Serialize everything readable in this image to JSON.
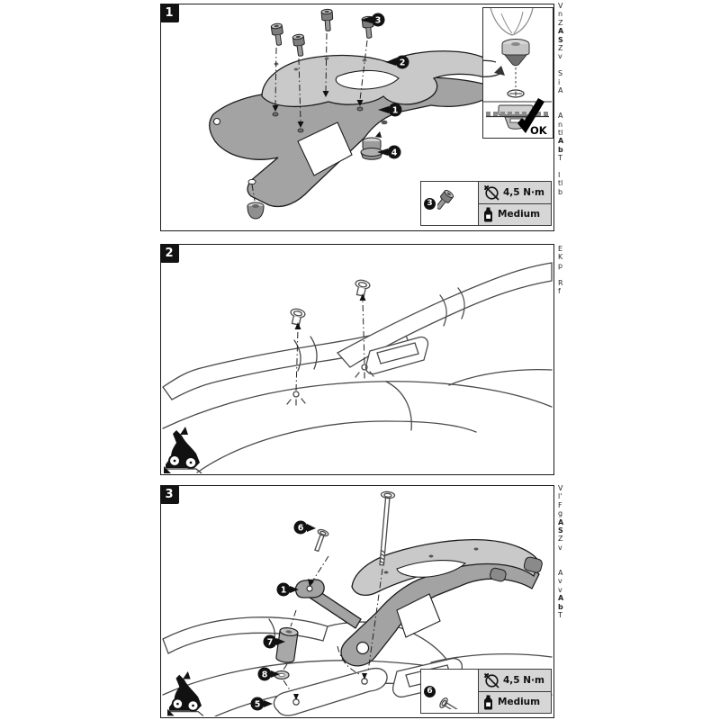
{
  "panels": [
    {
      "number": "1",
      "callouts": [
        "3",
        "2",
        "1",
        "4"
      ]
    },
    {
      "number": "2",
      "callouts": []
    },
    {
      "number": "3",
      "callouts": [
        "6",
        "1",
        "7",
        "8",
        "5"
      ]
    }
  ],
  "inset": {
    "ok": "OK"
  },
  "torque_boxes": [
    {
      "part": "3",
      "torque": "4,5 N·m",
      "threadlock": "Medium"
    },
    {
      "part": "6",
      "torque": "4,5 N·m",
      "threadlock": "Medium"
    }
  ],
  "icons": {
    "torque": "torque-wrench-crossed-icon",
    "threadlock": "threadlocker-bottle-icon",
    "ok_check": "checkmark-icon",
    "orientation": "motorcycle-pictogram"
  },
  "side_texts": {
    "panel1": [
      {
        "t": "V"
      },
      {
        "t": "n"
      },
      {
        "t": "Z"
      },
      {
        "t": "A",
        "b": 1
      },
      {
        "t": "S",
        "b": 1
      },
      {
        "t": "Z"
      },
      {
        "t": "v"
      },
      {
        "t": ""
      },
      {
        "t": "S"
      },
      {
        "t": "i"
      },
      {
        "t": "A"
      },
      {
        "t": ""
      },
      {
        "t": ""
      },
      {
        "t": "A"
      },
      {
        "t": "n"
      },
      {
        "t": "tl"
      },
      {
        "t": "A",
        "b": 1
      },
      {
        "t": "b",
        "b": 1
      },
      {
        "t": "T"
      },
      {
        "t": ""
      },
      {
        "t": "I"
      },
      {
        "t": "tl"
      },
      {
        "t": "b"
      }
    ],
    "panel2": [
      {
        "t": "E"
      },
      {
        "t": "K"
      },
      {
        "t": "p"
      },
      {
        "t": ""
      },
      {
        "t": "R"
      },
      {
        "t": "f"
      }
    ],
    "panel3": [
      {
        "t": "V"
      },
      {
        "t": "l'"
      },
      {
        "t": "F"
      },
      {
        "t": "g"
      },
      {
        "t": "A",
        "b": 1
      },
      {
        "t": "S",
        "b": 1
      },
      {
        "t": "Z"
      },
      {
        "t": "v"
      },
      {
        "t": ""
      },
      {
        "t": ""
      },
      {
        "t": "A"
      },
      {
        "t": "v"
      },
      {
        "t": "v"
      },
      {
        "t": "A",
        "b": 1
      },
      {
        "t": "b",
        "b": 1
      },
      {
        "t": "T"
      }
    ]
  },
  "colors": {
    "panel_border": "#1a1a1a",
    "badge_bg": "#121212",
    "part_light_gray": "#c9c9c9",
    "part_mid_gray": "#a3a3a3",
    "torque_cell_gray": "#d6d6d6",
    "line_art": "#4a4a4a"
  }
}
